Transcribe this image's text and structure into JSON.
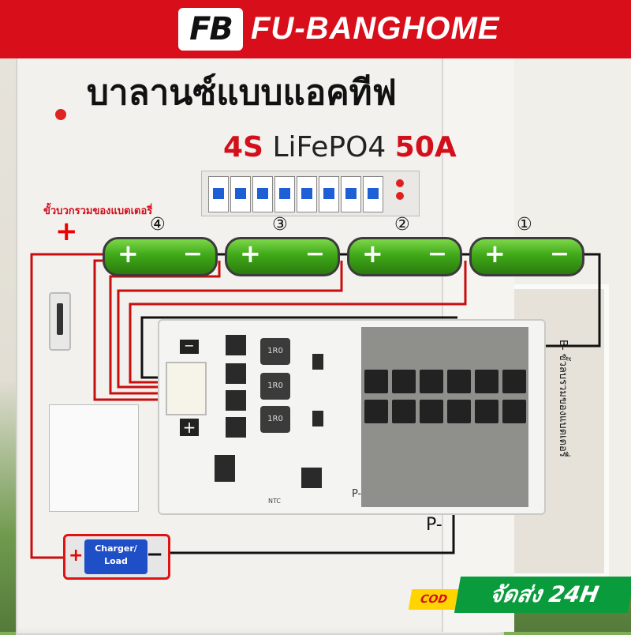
{
  "header": {
    "logo": "FB",
    "brand": "FU-BANGHOME"
  },
  "title": "บาลานซ์แบบแอคทีฟ",
  "subtitle": {
    "prefix": "4S",
    "middle": "LiFePO4",
    "suffix": "50A"
  },
  "pack_positive_label": "ขั้วบวกรวมของแบตเตอรี่",
  "pack_plus_symbol": "+",
  "cells": [
    {
      "number": "④",
      "plus": "+",
      "minus": "−"
    },
    {
      "number": "③",
      "plus": "+",
      "minus": "−"
    },
    {
      "number": "②",
      "plus": "+",
      "minus": "−"
    },
    {
      "number": "①",
      "plus": "+",
      "minus": "−"
    }
  ],
  "pcb": {
    "minus": "−",
    "plus": "+",
    "ntc": "NTC",
    "p_minus": "P-",
    "inductors": [
      "1R0",
      "1R0",
      "1R0"
    ]
  },
  "p_minus_label": "P-",
  "b_minus_label": "B- ขั้วลบรวมของแบตเตอรี่",
  "charger": {
    "label_line1": "Charger/",
    "label_line2": "Load",
    "plus": "+",
    "minus": "−"
  },
  "promo": {
    "cod": "COD",
    "shipping": "จัดส่ง 24H"
  },
  "colors": {
    "brand_red": "#d80f1b",
    "cell_green": "#3fa918",
    "breaker_blue": "#1f5fd6",
    "promo_green": "#0a9b3d",
    "cod_yellow": "#ffd400"
  }
}
